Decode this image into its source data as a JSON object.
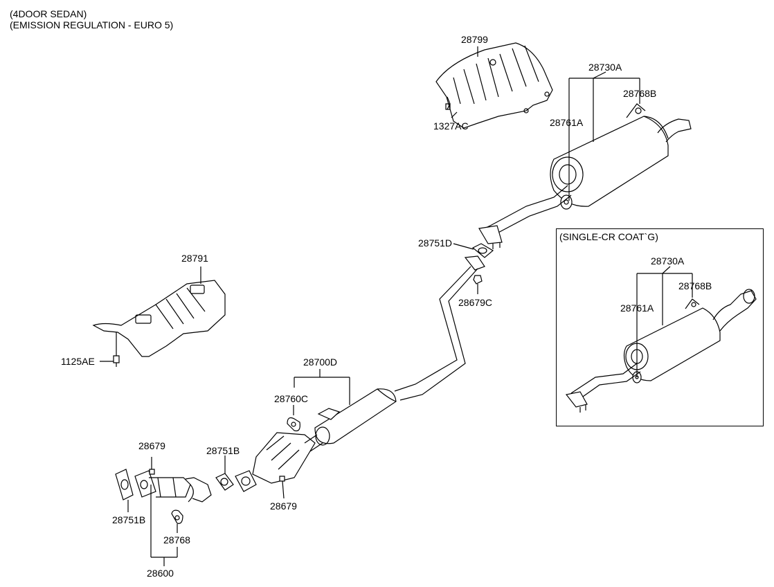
{
  "header": {
    "line1": "(4DOOR SEDAN)",
    "line2": "(EMISSION REGULATION - EURO 5)"
  },
  "inset": {
    "title": "(SINGLE-CR COAT`G)"
  },
  "labels": {
    "p28799": "28799",
    "p1327AC": "1327AC",
    "p28730A": "28730A",
    "p28768B": "28768B",
    "p28761A": "28761A",
    "p28751D": "28751D",
    "p28679C": "28679C",
    "p28791": "28791",
    "p1125AE": "1125AE",
    "p28700D": "28700D",
    "p28760C": "28760C",
    "p28751B_mid": "28751B",
    "p28679_mid": "28679",
    "p28679_left": "28679",
    "p28751B_left": "28751B",
    "p28768": "28768",
    "p28600": "28600",
    "inset_28730A": "28730A",
    "inset_28768B": "28768B",
    "inset_28761A": "28761A"
  }
}
